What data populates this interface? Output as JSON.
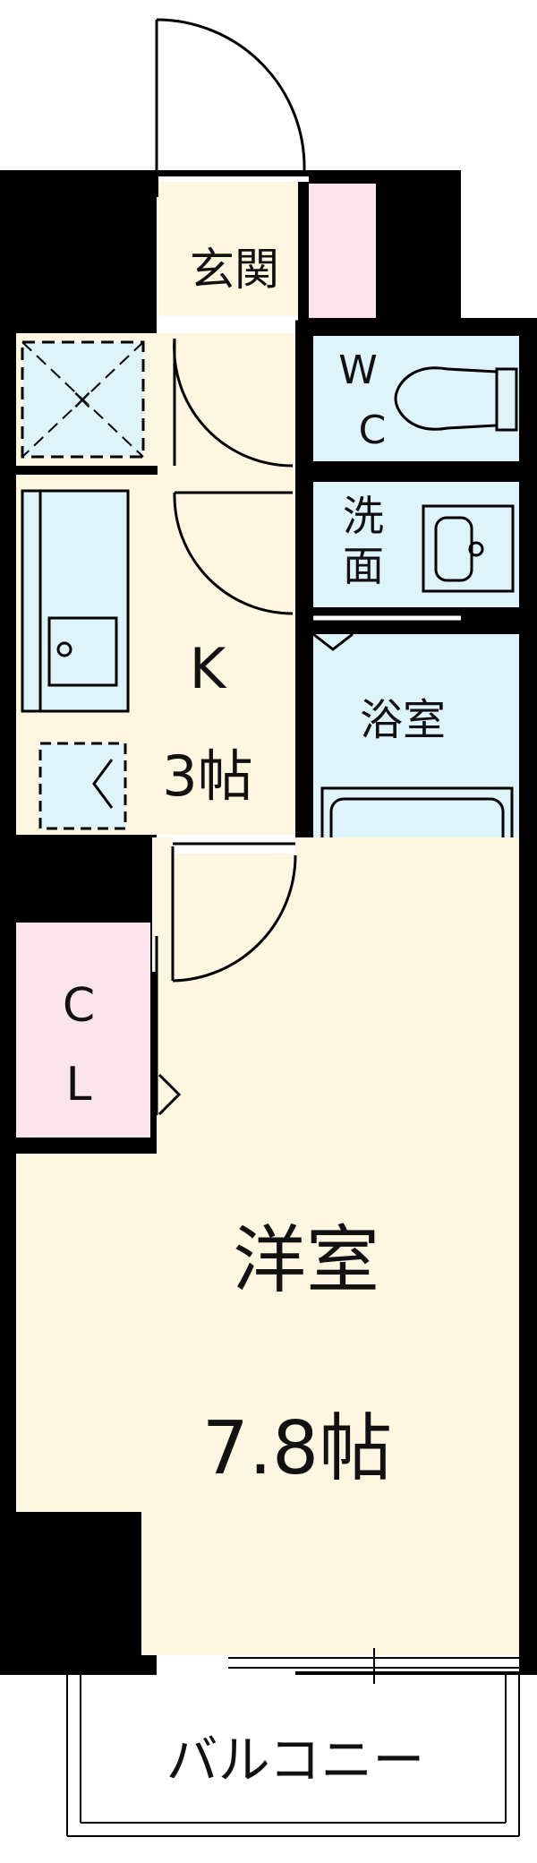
{
  "rooms": {
    "genkan": "玄関",
    "wc_line1": "W",
    "wc_line2": "C",
    "senmen_line1": "洗",
    "senmen_line2": "面",
    "yokushitsu": "浴室",
    "kitchen_name": "K",
    "kitchen_size": "3帖",
    "closet_line1": "C",
    "closet_line2": "L",
    "western_name": "洋室",
    "western_size": "7.8帖",
    "balcony": "バルコニー"
  },
  "colors": {
    "wall": "#000000",
    "floor": "#fdf6e1",
    "wet_area": "#dff3fb",
    "closet": "#fbe4ec",
    "balcony": "#ffffff"
  }
}
